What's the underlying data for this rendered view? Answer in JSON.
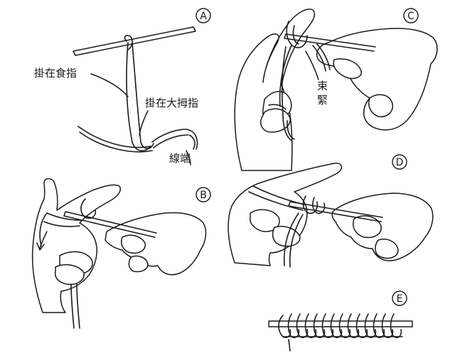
{
  "panels": {
    "a": {
      "badge": "A",
      "labels": [
        "掛在食指",
        "掛在大拇指",
        "線端"
      ]
    },
    "b": {
      "badge": "B"
    },
    "c": {
      "badge": "C",
      "label_chars": [
        "束",
        "緊"
      ]
    },
    "d": {
      "badge": "D"
    },
    "e": {
      "badge": "E"
    }
  }
}
